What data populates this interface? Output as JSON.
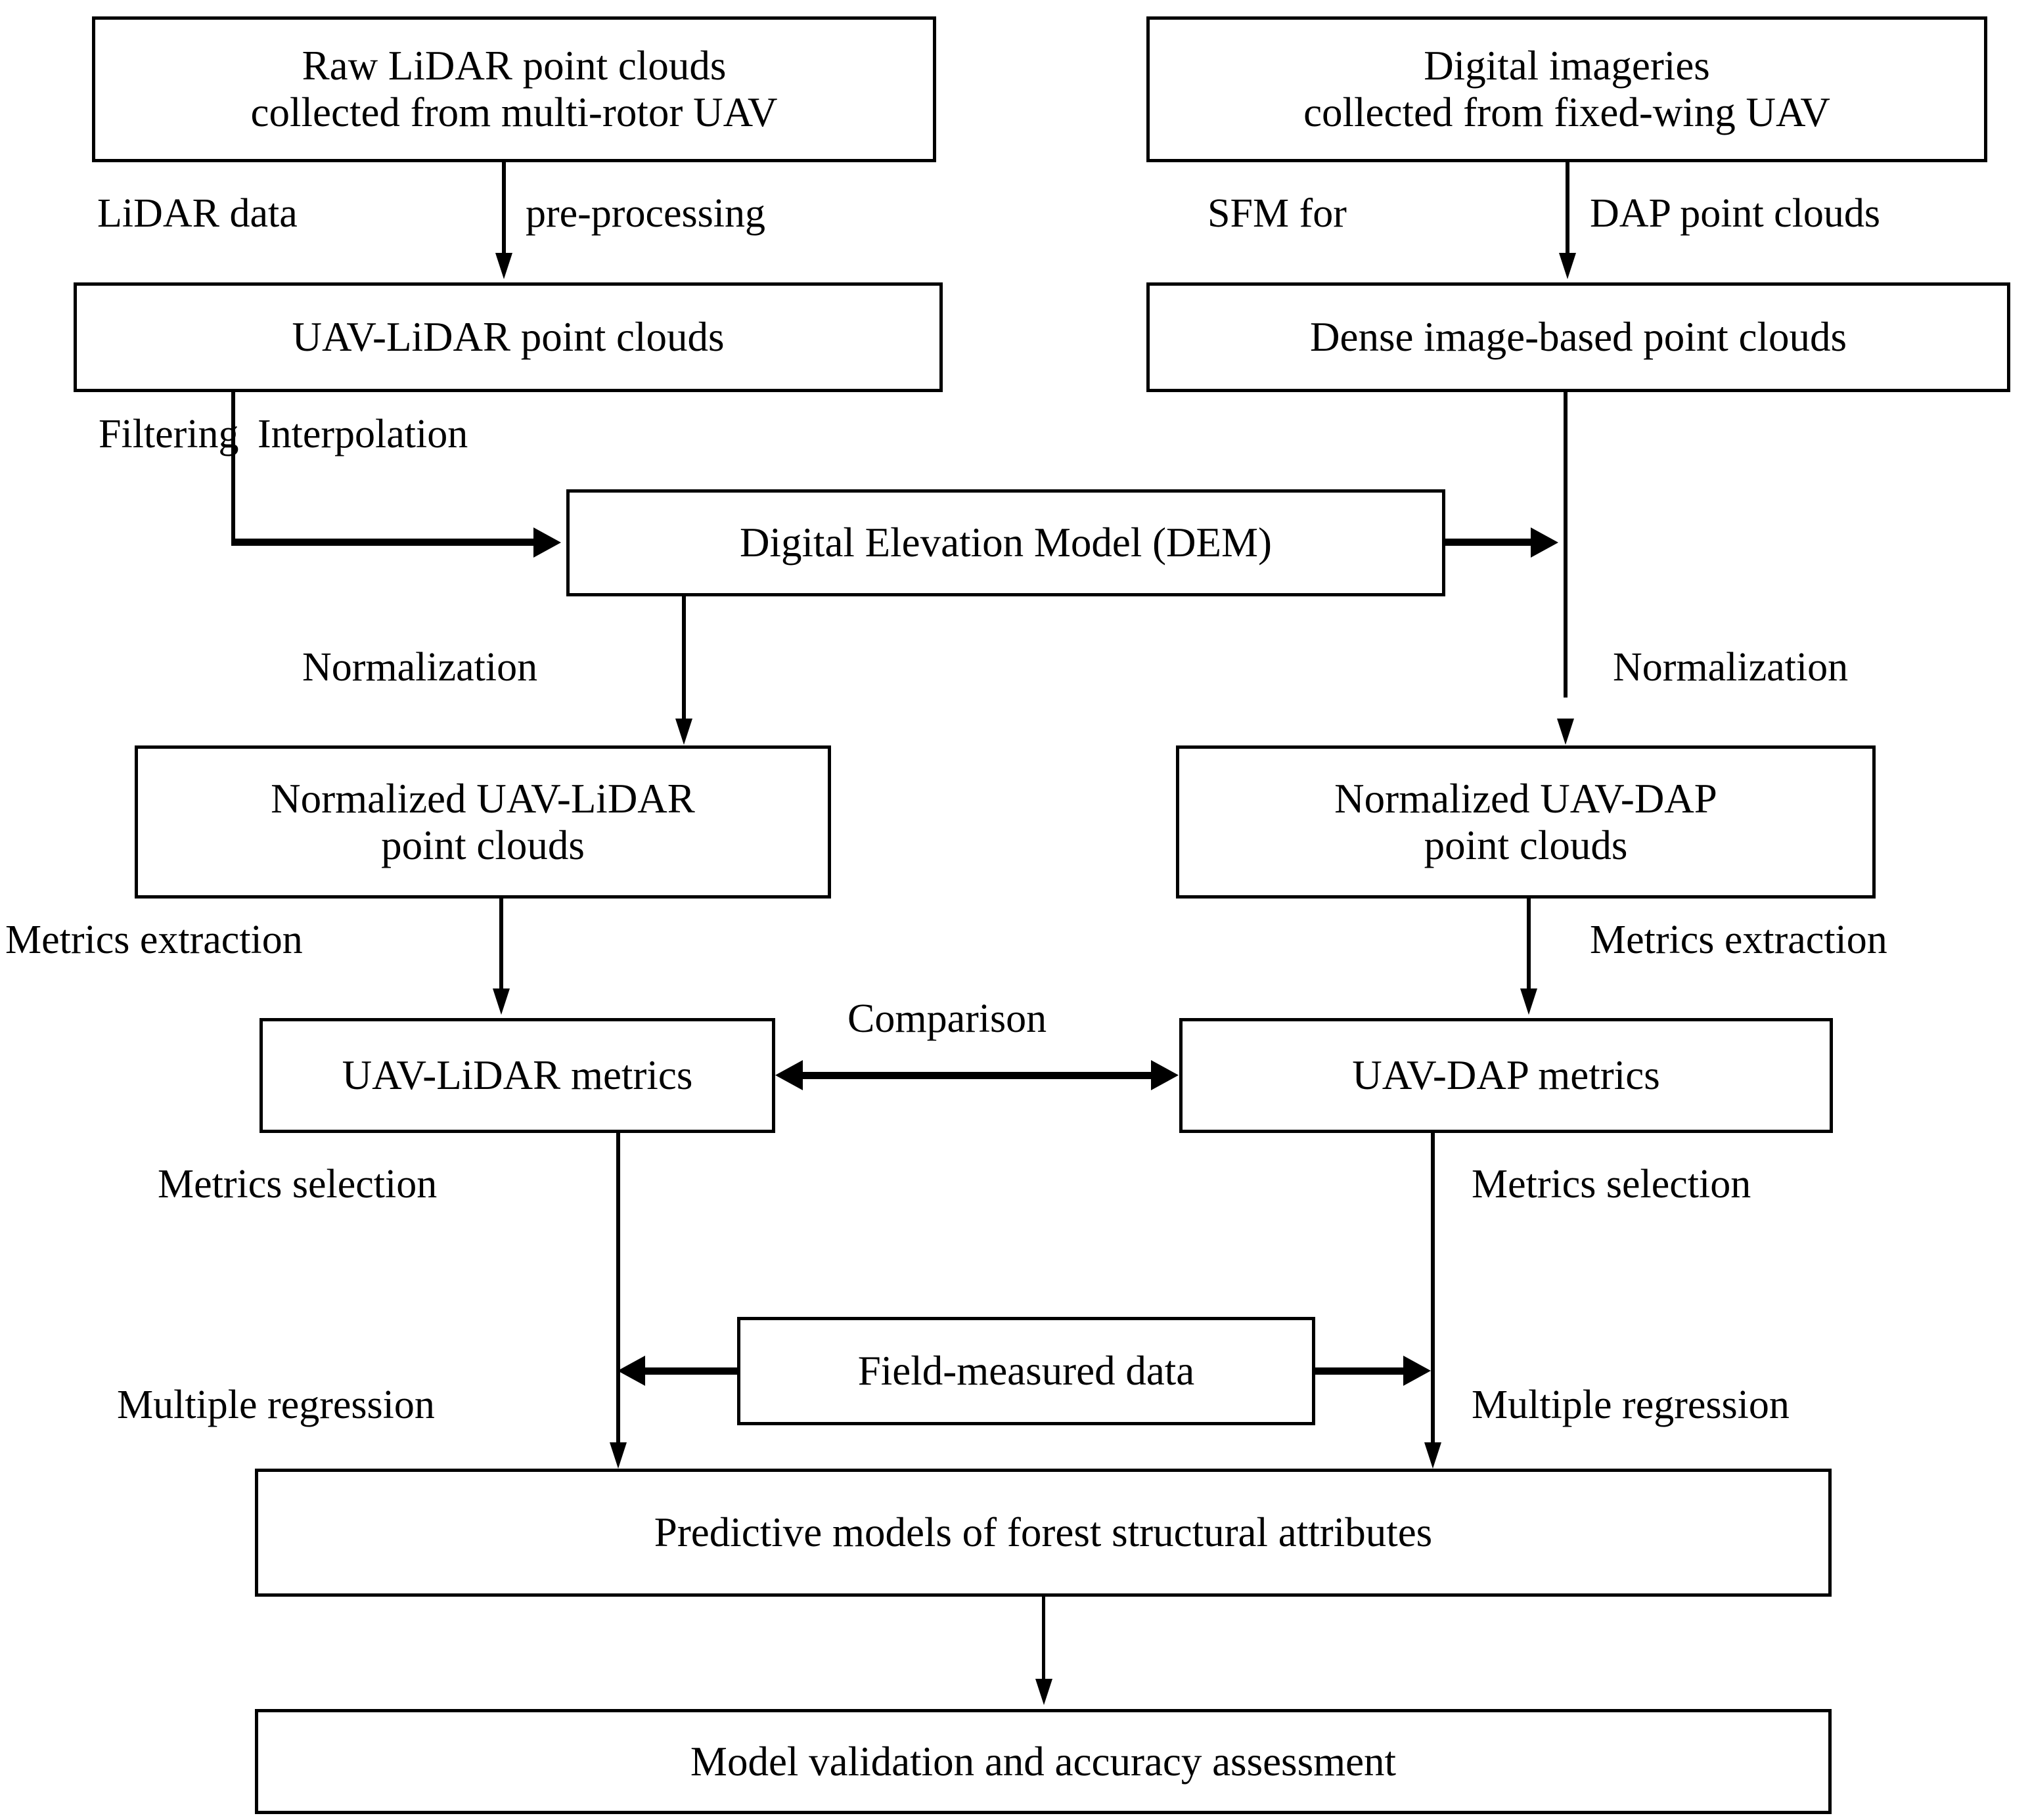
{
  "diagram": {
    "title": "UAV-LiDAR and UAV-DAP forest structural attribute workflow",
    "stroke_color": "#000000",
    "background_color": "#ffffff"
  },
  "nodes": {
    "raw_lidar": "Raw LiDAR point clouds\ncollected from multi-rotor UAV",
    "digital_imageries": "Digital imageries\ncollected from fixed-wing UAV",
    "uav_lidar_point_clouds": "UAV-LiDAR point clouds",
    "dense_image_based_point_clouds": "Dense image-based point clouds",
    "dem": "Digital Elevation Model (DEM)",
    "normalized_uav_lidar": "Normalized UAV-LiDAR\npoint clouds",
    "normalized_uav_dap": "Normalized UAV-DAP\npoint clouds",
    "uav_lidar_metrics": "UAV-LiDAR metrics",
    "uav_dap_metrics": "UAV-DAP metrics",
    "field_measured_data": "Field-measured data",
    "predictive_models": "Predictive models of forest structural attributes",
    "model_validation": "Model validation and accuracy assessment"
  },
  "edge_labels": {
    "lidar_preprocessing_left": "LiDAR data",
    "lidar_preprocessing_right": "pre-processing",
    "sfm_left": "SFM for",
    "sfm_right": "DAP point clouds",
    "filtering": "Filtering",
    "interpolation": "Interpolation",
    "normalization_left": "Normalization",
    "normalization_right": "Normalization",
    "metrics_extraction_left": "Metrics extraction",
    "metrics_extraction_right": "Metrics extraction",
    "comparison": "Comparison",
    "metrics_selection_left": "Metrics selection",
    "metrics_selection_right": "Metrics selection",
    "multiple_regression_left": "Multiple regression",
    "multiple_regression_right": "Multiple regression"
  }
}
